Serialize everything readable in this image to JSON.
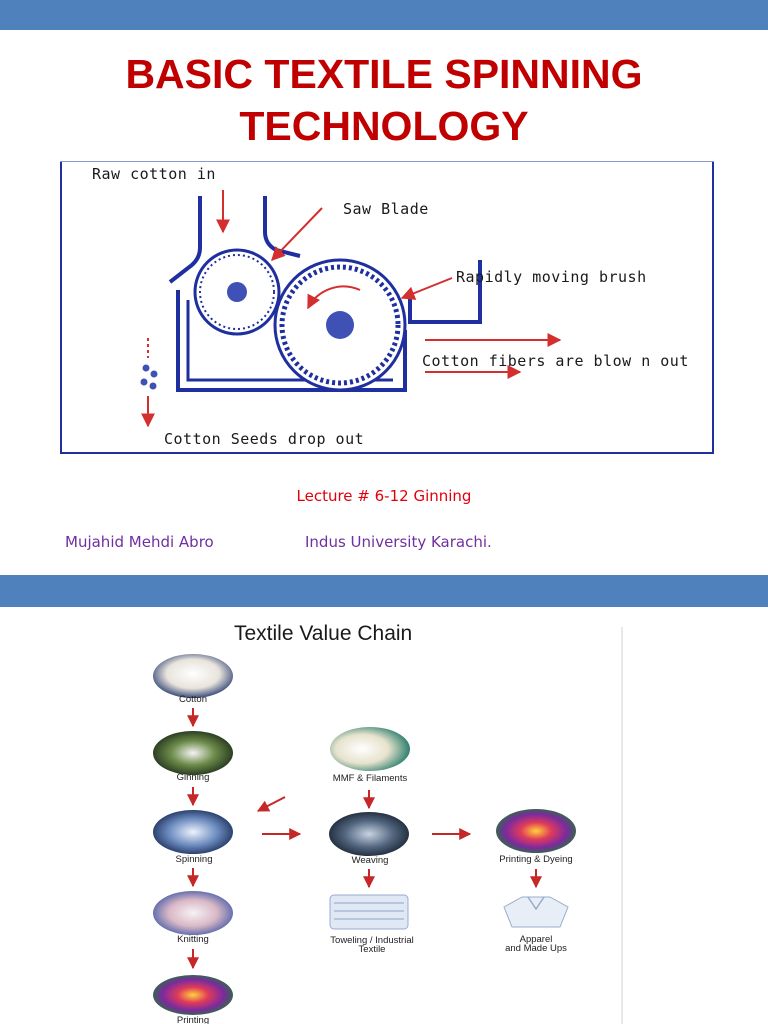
{
  "title": {
    "line1": "BASIC TEXTILE SPINNING",
    "line2": "TECHNOLOGY"
  },
  "diagram": {
    "labels": {
      "raw_cotton": "Raw cotton in",
      "saw_blade": "Saw Blade",
      "brush": "Rapidly moving brush",
      "fibers": "Cotton fibers are blow n out",
      "seeds": "Cotton Seeds drop out"
    }
  },
  "lecture": "Lecture # 6-12  Ginning",
  "author": "Mujahid Mehdi Abro",
  "university": "Indus University Karachi.",
  "value_chain": {
    "title": "Textile Value Chain",
    "nodes": {
      "cotton": "Cotton",
      "ginning": "Ginning",
      "mmf": "MMF & Filaments",
      "spinning": "Spinning",
      "weaving": "Weaving",
      "printing_dyeing": "Printing & Dyeing",
      "knitting": "Knitting",
      "toweling_line1": "Toweling / Industrial",
      "toweling_line2": "Textile",
      "apparel_line1": "Apparel",
      "apparel_line2": "and Made Ups",
      "printing": "Printing"
    }
  },
  "colors": {
    "band": "#4f81bd",
    "title": "#c00000",
    "lecture": "#e0000e",
    "author": "#7030a0",
    "diagram_line": "#1f2f9f",
    "arrow_red": "#c62828"
  }
}
